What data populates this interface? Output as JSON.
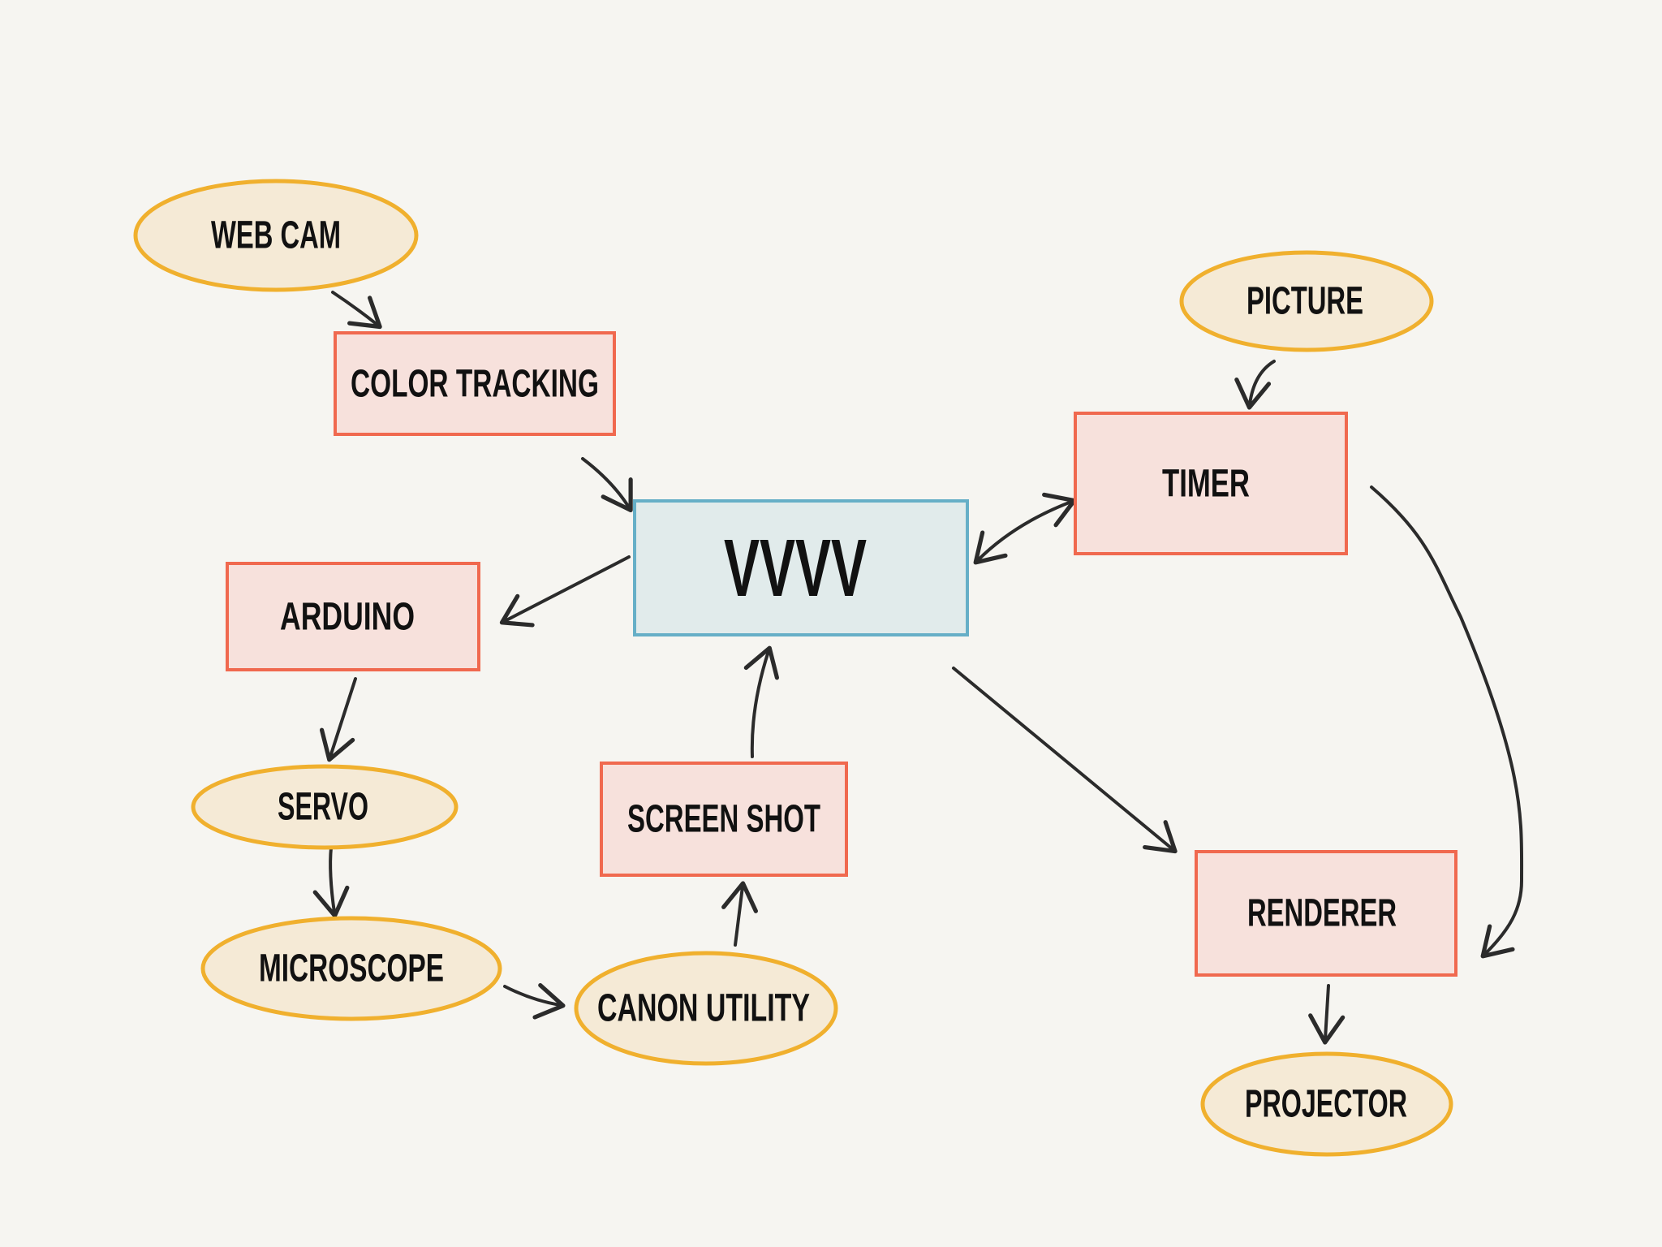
{
  "colors": {
    "background": "#f6f5f1",
    "process_fill": "#f7e1dc",
    "process_stroke": "#f0694f",
    "device_fill": "#f5ead6",
    "device_stroke": "#f0b02e",
    "center_fill": "#e1ebeb",
    "center_stroke": "#66afc7",
    "arrow": "#2b2b2b"
  },
  "nodes": {
    "webcam": {
      "label": "WEB CAM",
      "shape": "ellipse"
    },
    "color_tracking": {
      "label": "COLOR TRACKING",
      "shape": "rect"
    },
    "www": {
      "label": "VVVV",
      "shape": "rect"
    },
    "arduino": {
      "label": "ARDUINO",
      "shape": "rect"
    },
    "servo": {
      "label": "SERVO",
      "shape": "ellipse"
    },
    "microscope": {
      "label": "MICROSCOPE",
      "shape": "ellipse"
    },
    "canon_utility": {
      "label": "CANON UTILITY",
      "shape": "ellipse"
    },
    "screen_shot": {
      "label": "SCREEN SHOT",
      "shape": "rect"
    },
    "picture": {
      "label": "PICTURE",
      "shape": "ellipse"
    },
    "timer": {
      "label": "TIMER",
      "shape": "rect"
    },
    "renderer": {
      "label": "RENDERER",
      "shape": "rect"
    },
    "projector": {
      "label": "PROJECTOR",
      "shape": "ellipse"
    }
  },
  "edges": [
    {
      "from": "webcam",
      "to": "color_tracking"
    },
    {
      "from": "color_tracking",
      "to": "www"
    },
    {
      "from": "www",
      "to": "arduino"
    },
    {
      "from": "arduino",
      "to": "servo"
    },
    {
      "from": "servo",
      "to": "microscope"
    },
    {
      "from": "microscope",
      "to": "canon_utility"
    },
    {
      "from": "canon_utility",
      "to": "screen_shot"
    },
    {
      "from": "screen_shot",
      "to": "www"
    },
    {
      "from": "www",
      "to": "timer",
      "bidirectional": true
    },
    {
      "from": "picture",
      "to": "timer"
    },
    {
      "from": "www",
      "to": "renderer"
    },
    {
      "from": "timer",
      "to": "renderer"
    },
    {
      "from": "renderer",
      "to": "projector"
    }
  ]
}
